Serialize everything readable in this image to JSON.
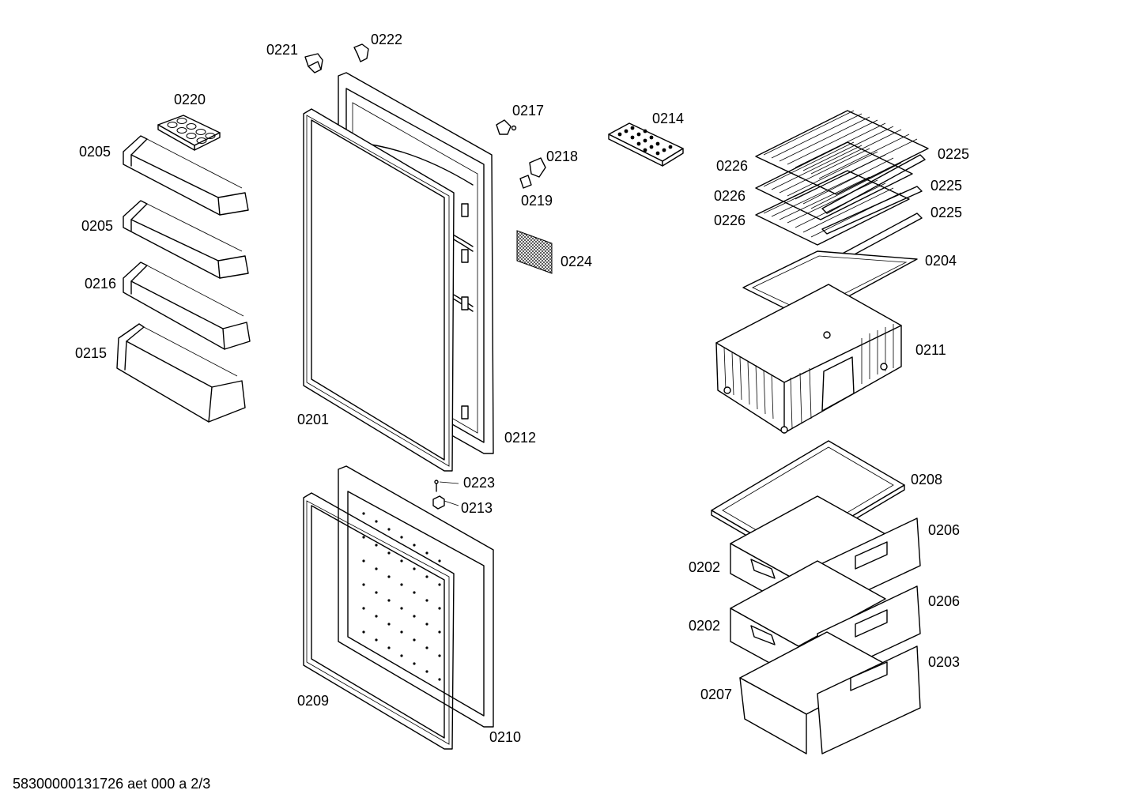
{
  "labels": {
    "p0221": "0221",
    "p0222": "0222",
    "p0220": "0220",
    "p0205a": "0205",
    "p0205b": "0205",
    "p0216": "0216",
    "p0215": "0215",
    "p0217": "0217",
    "p0214": "0214",
    "p0218": "0218",
    "p0219": "0219",
    "p0224": "0224",
    "p0226a": "0226",
    "p0226b": "0226",
    "p0226c": "0226",
    "p0225a": "0225",
    "p0225b": "0225",
    "p0225c": "0225",
    "p0204": "0204",
    "p0211": "0211",
    "p0201": "0201",
    "p0212": "0212",
    "p0223": "0223",
    "p0213": "0213",
    "p0208": "0208",
    "p0206a": "0206",
    "p0206b": "0206",
    "p0202a": "0202",
    "p0202b": "0202",
    "p0203": "0203",
    "p0207": "0207",
    "p0209": "0209",
    "p0210": "0210"
  },
  "footer": "58300000131726 aet 000 a 2/3"
}
